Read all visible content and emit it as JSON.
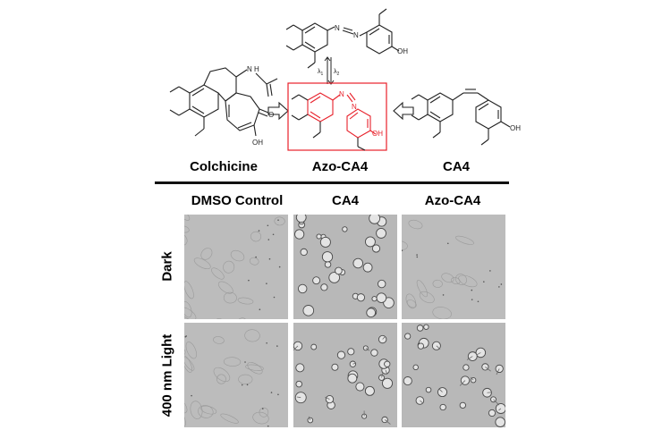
{
  "molecules": {
    "colchicine": {
      "name": "Colchicine",
      "atoms": {
        "nh": "N\nH",
        "oh": "OH",
        "o": "O"
      }
    },
    "azo": {
      "name": "Azo-CA4",
      "atoms": {
        "n1": "N",
        "n2": "N",
        "oh": "OH"
      },
      "highlight_color": "#e8202a"
    },
    "ca4": {
      "name": "CA4",
      "atoms": {
        "oh": "OH"
      }
    },
    "azo_top": {
      "atoms": {
        "n1": "N",
        "n2": "N",
        "oh": "OH"
      }
    },
    "switch": {
      "l1": "λ",
      "l1sub": "1",
      "l2": "λ",
      "l2sub": "2"
    }
  },
  "grid": {
    "columns": [
      "DMSO Control",
      "CA4",
      "Azo-CA4"
    ],
    "rows": [
      "Dark",
      "400 nm Light"
    ]
  }
}
